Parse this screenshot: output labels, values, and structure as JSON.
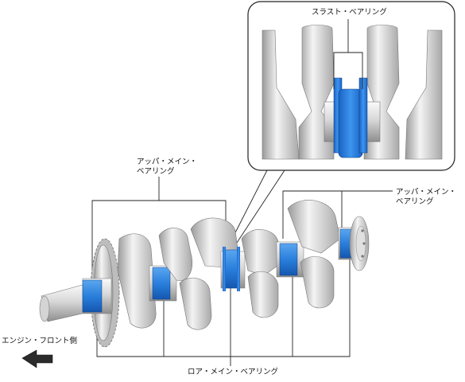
{
  "labels": {
    "thrust_bearing": "スラスト・ベアリング",
    "upper_main_left_line1": "アッパ・メイン・",
    "upper_main_left_line2": "ベアリング",
    "upper_main_right_line1": "アッパ・メイン・",
    "upper_main_right_line2": "ベアリング",
    "lower_main_bearing": "ロア・メイン・ベアリング",
    "engine_front_side": "エンジン・フロント側"
  },
  "colors": {
    "bearing": "#2a7fdc",
    "bearing_dark": "#1457b0",
    "metal_light": "#f2f2f2",
    "metal_mid": "#c8c8c8",
    "metal_dark": "#8a8a8a",
    "line": "#222222"
  },
  "icons": {
    "direction_arrow": "arrow-left-icon"
  }
}
